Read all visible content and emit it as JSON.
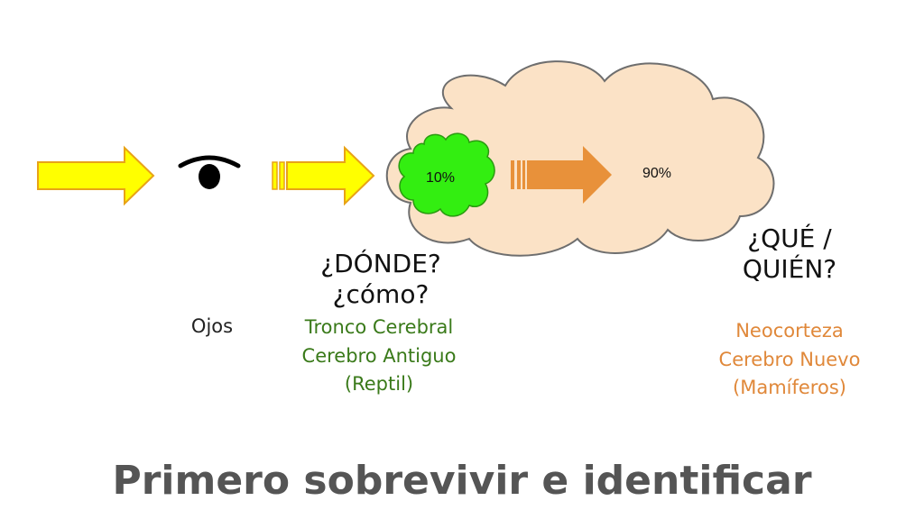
{
  "colors": {
    "yellow_arrow": "#ffff00",
    "yellow_arrow_stroke": "#e8a317",
    "orange_arrow": "#e8913a",
    "cloud_fill": "#fbe2c6",
    "cloud_stroke": "#6e6e6e",
    "green_blob": "#33ee11",
    "green_text": "#3a7a1a",
    "orange_text": "#e0883a",
    "title_gray": "#555555"
  },
  "icons": {
    "eye": "eye-icon"
  },
  "labels": {
    "small_pct": "10%",
    "large_pct": "90%",
    "donde_lines": [
      "¿DÓNDE?",
      "¿cómo?"
    ],
    "que_lines": [
      "¿QUÉ /",
      "QUIÉN?"
    ],
    "ojos": "Ojos",
    "tronco_lines": [
      "Tronco Cerebral",
      "Cerebro Antiguo",
      "(Reptil)"
    ],
    "neo_lines": [
      "Neocorteza",
      "Cerebro Nuevo",
      "(Mamíferos)"
    ]
  },
  "title": "Primero sobrevivir e identificar"
}
